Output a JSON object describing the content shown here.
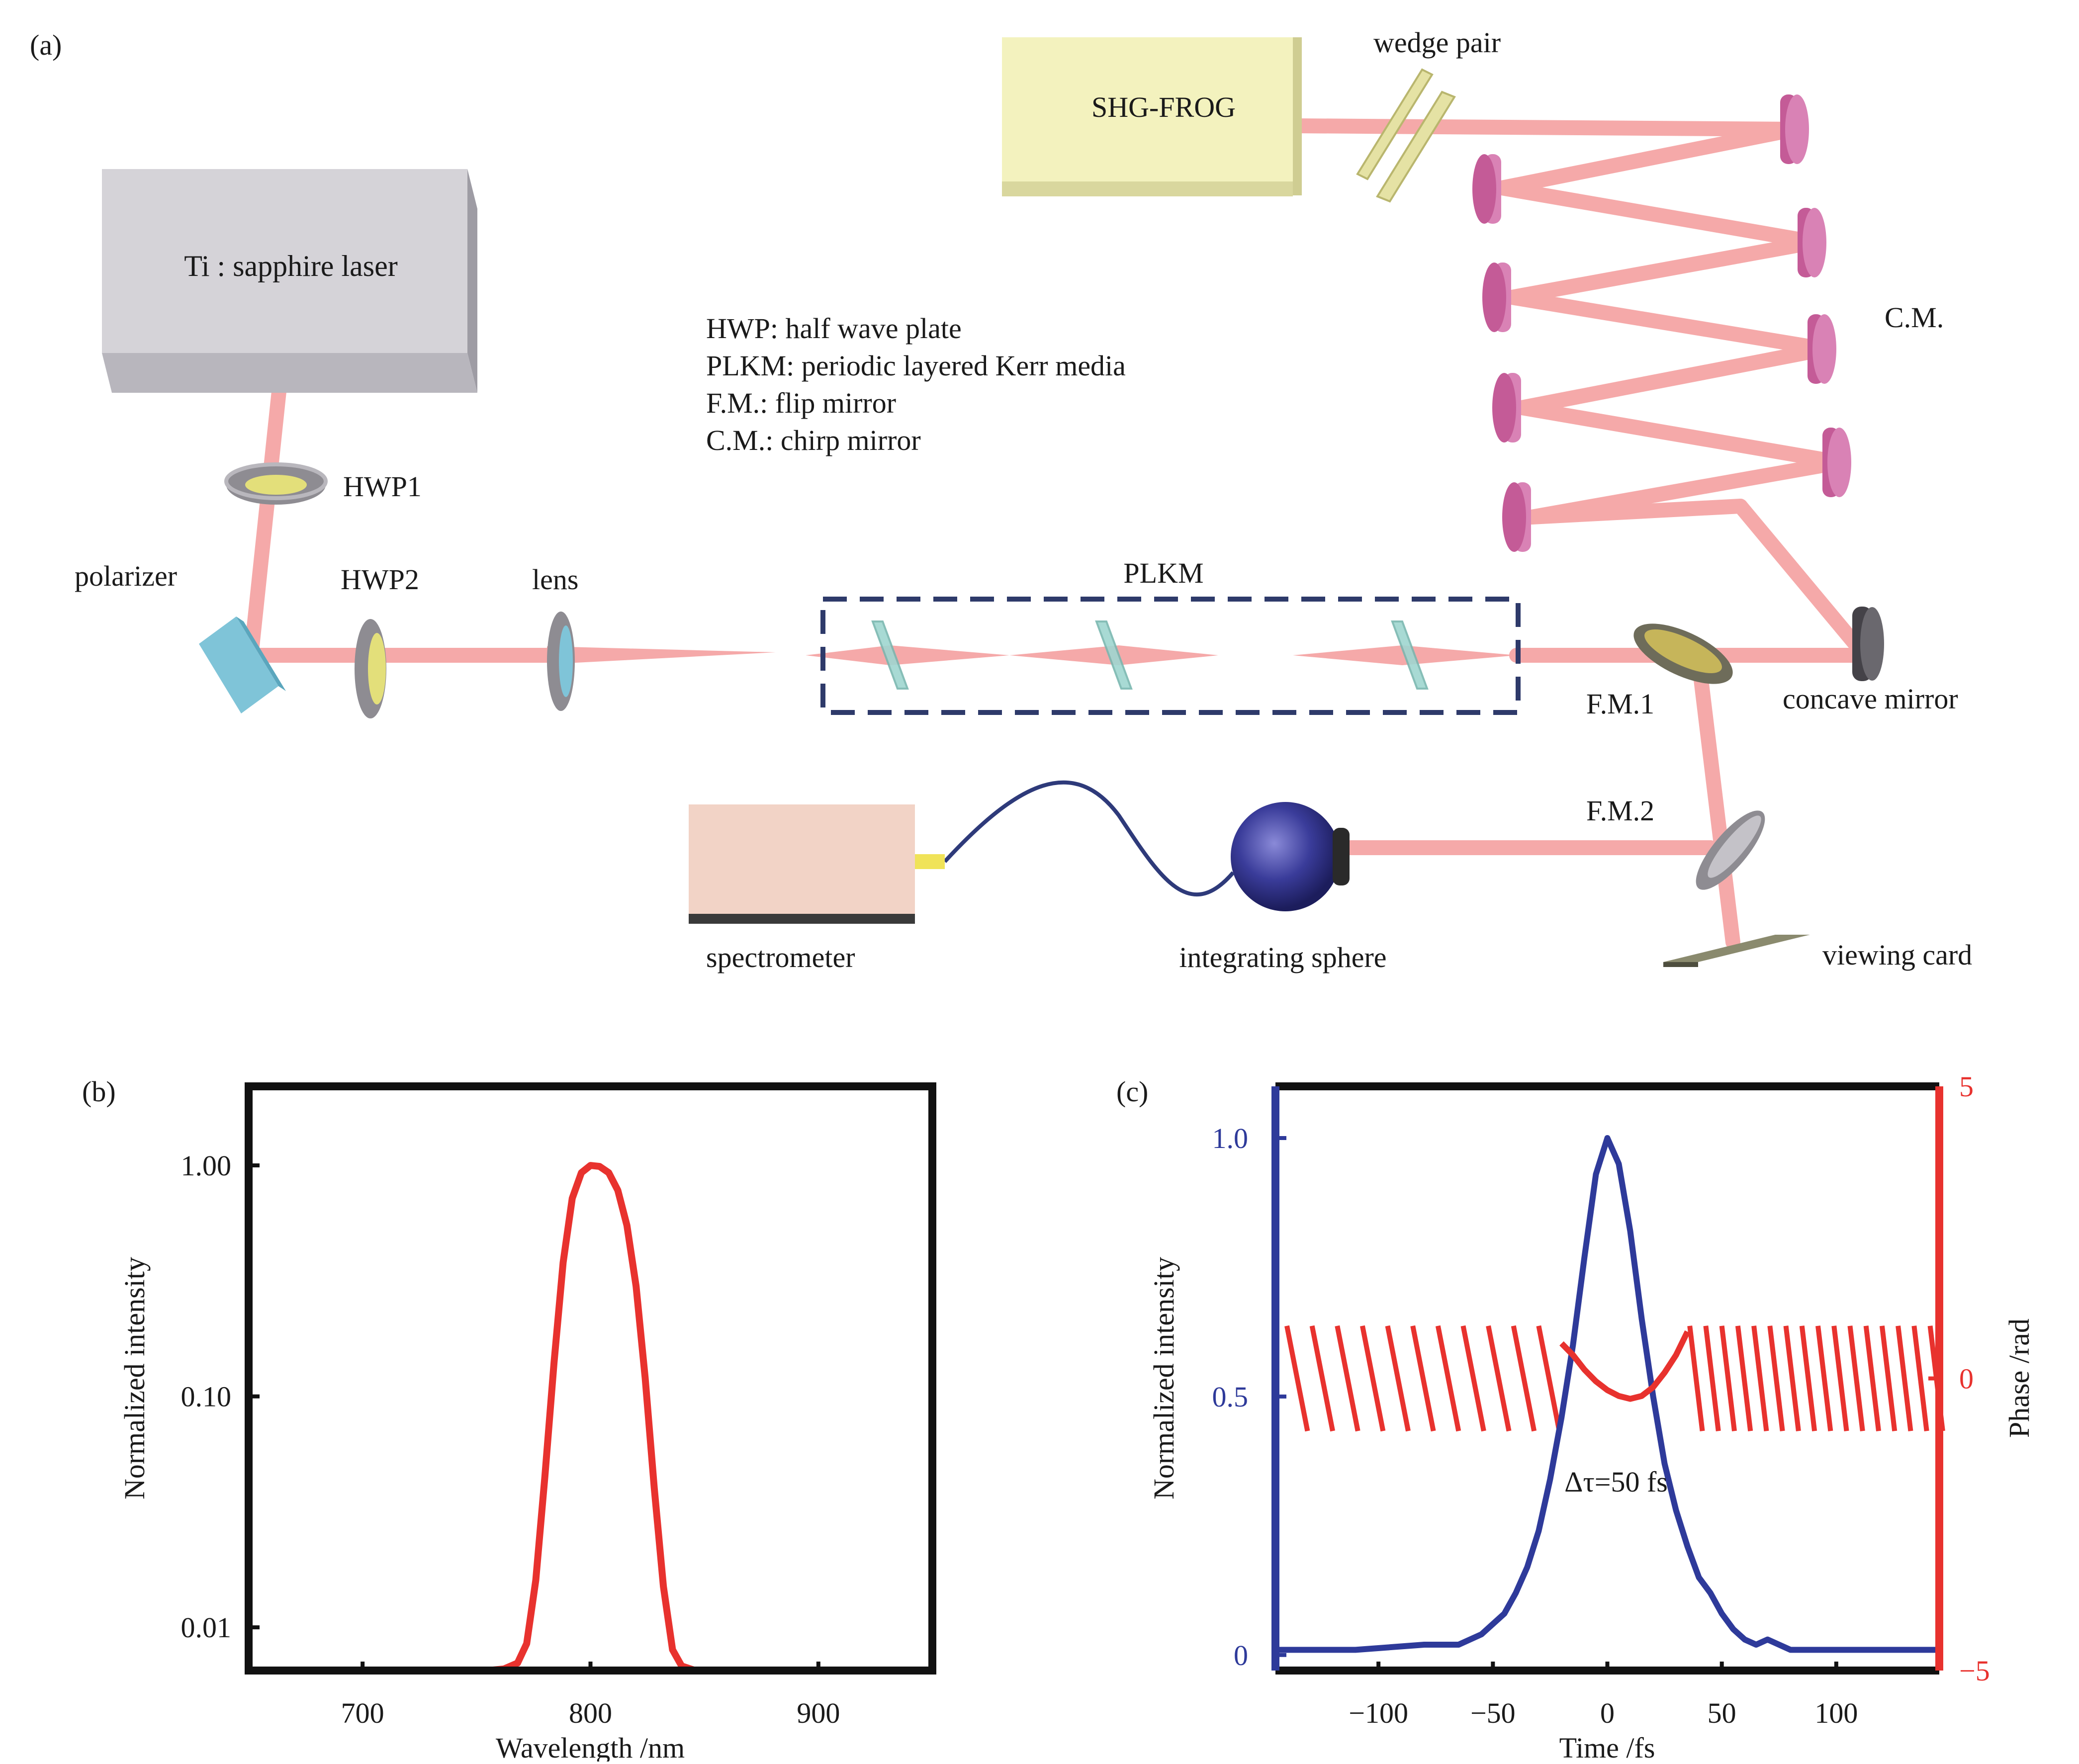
{
  "panel_a": {
    "label": "(a)",
    "laser_label": "Ti : sapphire laser",
    "frog_label": "SHG-FROG",
    "wedge_label": "wedge pair",
    "cm_label": "C.M.",
    "hwp1_label": "HWP1",
    "polarizer_label": "polarizer",
    "hwp2_label": "HWP2",
    "lens_label": "lens",
    "plkm_label": "PLKM",
    "fm1_label": "F.M.1",
    "concave_label": "concave mirror",
    "fm2_label": "F.M.2",
    "spectrometer_label": "spectrometer",
    "sphere_label": "integrating sphere",
    "viewing_card_label": "viewing card",
    "legend": [
      "HWP: half wave plate",
      "PLKM: periodic layered Kerr media",
      "F.M.: flip mirror",
      "C.M.: chirp mirror"
    ],
    "colors": {
      "beam": "#f4a0a0",
      "laser_box": "#d5d3d8",
      "frog_box": "#f3f2be",
      "spectrometer_box": "#f2d3c6",
      "mirror": "#d470a8",
      "dashed_box": "#2e3a6a",
      "sphere": "#2e2f8a",
      "glass": "#9fd6d0"
    }
  },
  "chart_data": [
    {
      "panel": "(b)",
      "type": "line",
      "xlabel": "Wavelength /nm",
      "ylabel": "Normalized intensity",
      "yscale": "log",
      "xlim": [
        650,
        950
      ],
      "ylim": [
        0.0065,
        2.2
      ],
      "xticks": [
        "700",
        "800",
        "900"
      ],
      "yticks": [
        "0.01",
        "0.10",
        "1.00"
      ],
      "series": [
        {
          "color": "#e8322e",
          "x": [
            650,
            700,
            740,
            755,
            762,
            768,
            772,
            776,
            780,
            784,
            788,
            792,
            796,
            800,
            804,
            808,
            812,
            816,
            820,
            824,
            828,
            832,
            836,
            840,
            846,
            860,
            950
          ],
          "y": [
            0.0062,
            0.0062,
            0.0063,
            0.0064,
            0.0066,
            0.007,
            0.0085,
            0.016,
            0.045,
            0.14,
            0.38,
            0.72,
            0.93,
            1.0,
            0.99,
            0.93,
            0.78,
            0.55,
            0.3,
            0.12,
            0.04,
            0.015,
            0.008,
            0.0068,
            0.0062,
            0.0062,
            0.0062
          ]
        }
      ]
    },
    {
      "panel": "(c)",
      "type": "line",
      "xlabel": "Time /fs",
      "ylabel": "Normalized intensity",
      "ylabel_right": "Phase /rad",
      "xlim": [
        -145,
        145
      ],
      "ylim": [
        -0.03,
        1.1
      ],
      "ylim_right": [
        -5,
        5
      ],
      "xticks": [
        "−100",
        "−50",
        "0",
        "50",
        "100"
      ],
      "yticks": [
        "0",
        "0.5",
        "1.0"
      ],
      "yticks_right": [
        "−5",
        "0",
        "5"
      ],
      "annotation": "Δτ=50 fs",
      "series": [
        {
          "axis": "left",
          "color": "#2e3a9a",
          "x": [
            -145,
            -110,
            -80,
            -65,
            -55,
            -45,
            -40,
            -35,
            -30,
            -25,
            -20,
            -15,
            -10,
            -5,
            0,
            5,
            10,
            15,
            20,
            25,
            30,
            35,
            40,
            45,
            50,
            55,
            60,
            65,
            70,
            80,
            90,
            110,
            145
          ],
          "y": [
            0.01,
            0.01,
            0.02,
            0.02,
            0.04,
            0.08,
            0.12,
            0.17,
            0.24,
            0.34,
            0.46,
            0.6,
            0.77,
            0.93,
            1.0,
            0.95,
            0.82,
            0.65,
            0.5,
            0.37,
            0.28,
            0.21,
            0.15,
            0.12,
            0.08,
            0.05,
            0.03,
            0.02,
            0.03,
            0.01,
            0.01,
            0.01,
            0.01
          ]
        },
        {
          "axis": "right",
          "color": "#e8322e",
          "x": [
            -20,
            -15,
            -10,
            -5,
            0,
            5,
            10,
            15,
            20,
            25,
            30,
            35
          ],
          "y": [
            0.6,
            0.4,
            0.15,
            -0.05,
            -0.2,
            -0.3,
            -0.35,
            -0.3,
            -0.15,
            0.1,
            0.4,
            0.8
          ]
        }
      ]
    }
  ]
}
